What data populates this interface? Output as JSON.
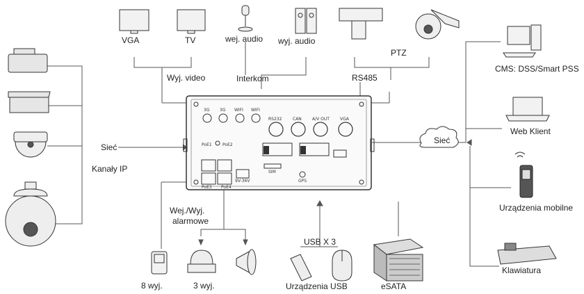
{
  "labels": {
    "vga": "VGA",
    "tv": "TV",
    "audio_in": "wej. audio",
    "audio_out": "wyj. audio",
    "ptz": "PTZ",
    "video_out": "Wyj. video",
    "intercom": "Interkom",
    "rs485": "RS485",
    "network_left": "Sieć",
    "ip_channels": "Kanały IP",
    "network_right": "Sieć",
    "cms": "CMS: DSS/Smart PSS",
    "web_client": "Web Klient",
    "mobile": "Urządzenia mobilne",
    "keyboard": "Klawiatura",
    "alarm_io_1": "Wej./Wyj.",
    "alarm_io_2": "alarmowe",
    "usb_x3": "USB X 3",
    "outputs_8": "8 wyj.",
    "outputs_3": "3 wyj.",
    "usb_devices": "Urządzenia USB",
    "esata": "eSATA"
  },
  "panel": {
    "top_ports": [
      "3G",
      "3G",
      "WIFI",
      "WIFI"
    ],
    "rs232": "RS232",
    "can": "CAN",
    "av_out": "A/V OUT",
    "vga": "VGA",
    "poe1": "PoE1",
    "poe2": "PoE2",
    "poe3": "PoE3",
    "poe4": "PoE4",
    "power": "9V-36V",
    "sim": "SIM",
    "gps": "GPS"
  },
  "icon_names": [
    "bullet-camera-icon",
    "box-camera-icon",
    "mini-dome-camera-icon",
    "speed-dome-camera-icon",
    "vga-monitor-icon",
    "tv-monitor-icon",
    "microphone-icon",
    "speaker-icon",
    "ptz-bracket-icon",
    "ptz-dome-icon",
    "desktop-pc-icon",
    "laptop-icon",
    "mobile-phone-icon",
    "keyboard-controller-icon",
    "alarm-detector-icon",
    "siren-icon",
    "horn-speaker-icon",
    "usb-flash-icon",
    "mouse-icon",
    "esata-enclosure-icon",
    "cloud-icon"
  ]
}
